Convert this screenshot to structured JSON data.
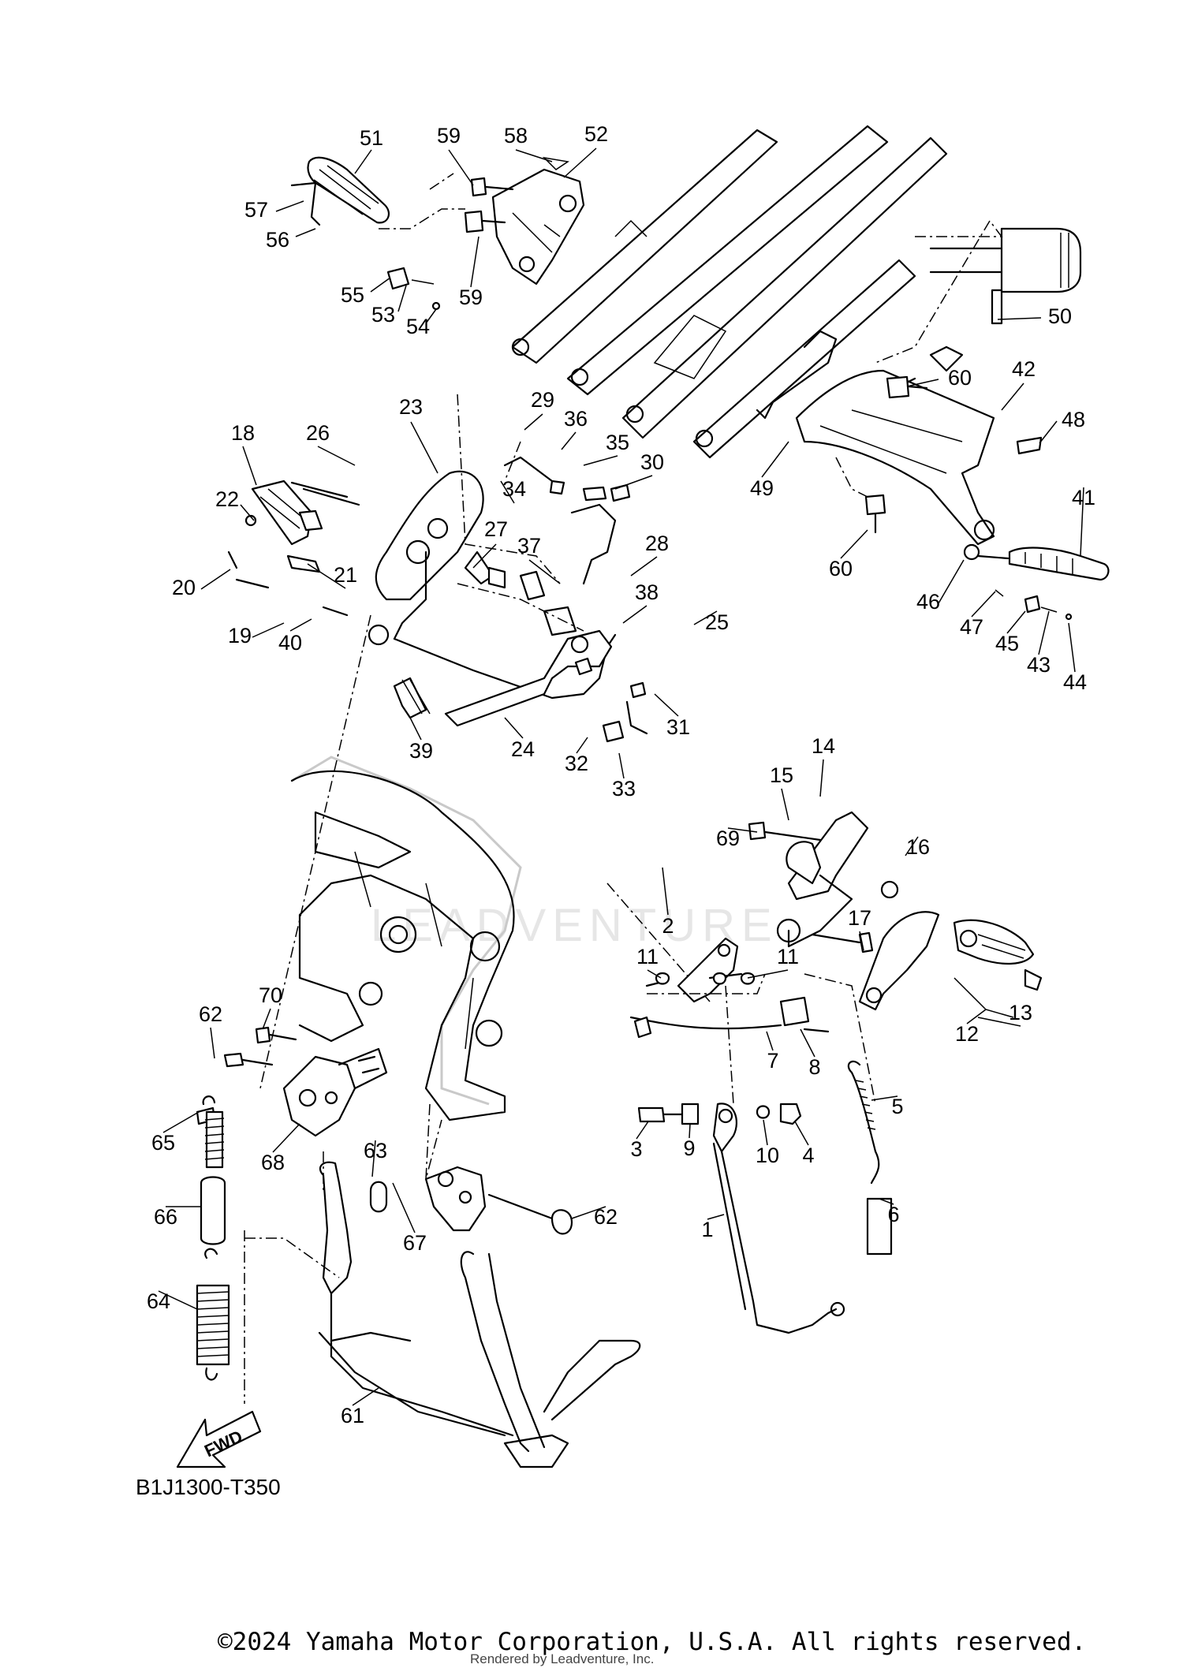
{
  "diagram": {
    "code": "B1J1300-T350",
    "fwd_label": "FWD",
    "callouts": [
      "51",
      "59",
      "58",
      "52",
      "57",
      "56",
      "55",
      "53",
      "54",
      "59",
      "50",
      "23",
      "29",
      "36",
      "35",
      "30",
      "34",
      "18",
      "26",
      "22",
      "27",
      "28",
      "37",
      "20",
      "21",
      "19",
      "40",
      "38",
      "25",
      "39",
      "24",
      "32",
      "31",
      "33",
      "60",
      "42",
      "48",
      "49",
      "41",
      "60",
      "46",
      "47",
      "45",
      "43",
      "44",
      "14",
      "15",
      "69",
      "16",
      "2",
      "17",
      "11",
      "11",
      "13",
      "12",
      "8",
      "7",
      "5",
      "3",
      "9",
      "10",
      "4",
      "1",
      "6",
      "62",
      "70",
      "65",
      "68",
      "63",
      "66",
      "67",
      "62",
      "64",
      "61"
    ]
  },
  "footer": {
    "copyright": "©2024 Yamaha Motor Corporation, U.S.A. All rights reserved.",
    "rendered_by": "Rendered by Leadventure, Inc."
  },
  "watermark": {
    "text": "LEADVENTURE"
  }
}
